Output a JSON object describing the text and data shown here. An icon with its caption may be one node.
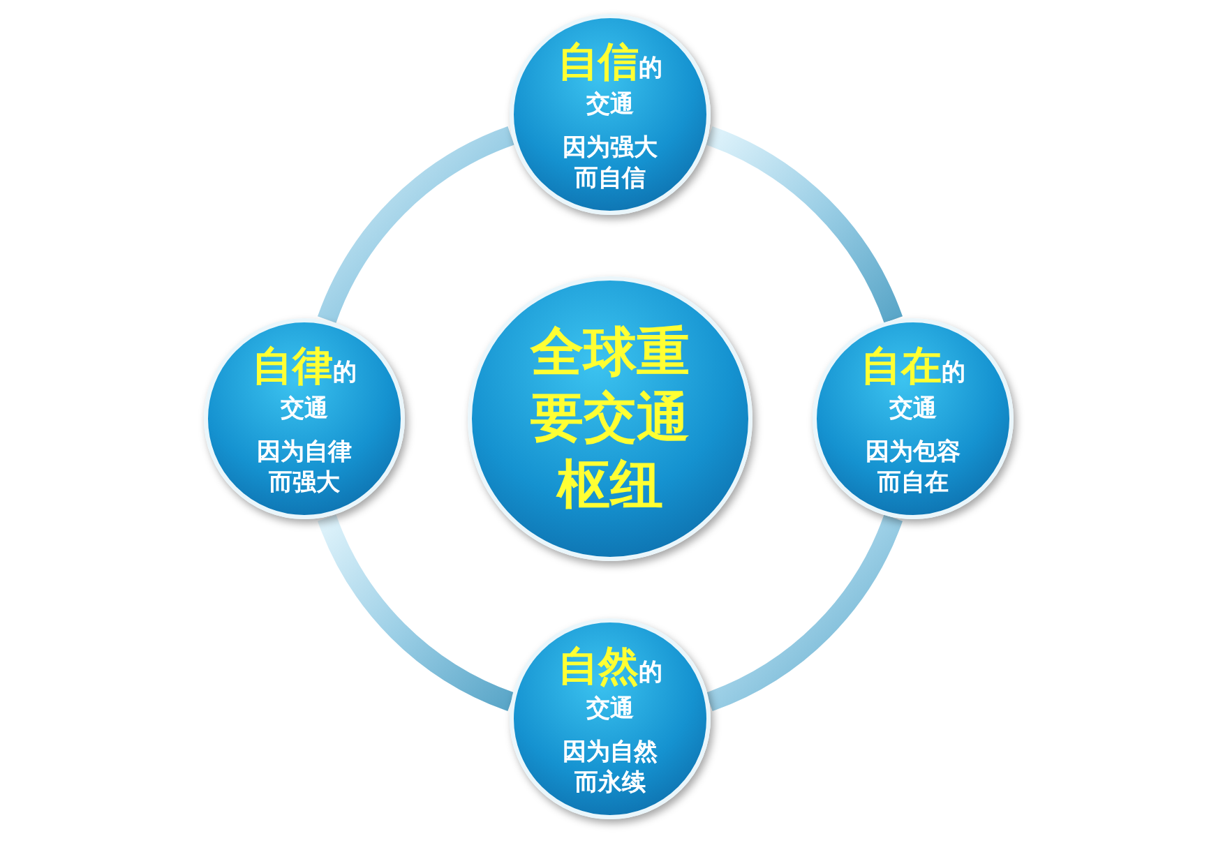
{
  "diagram": {
    "nodes": [
      {
        "text": [
          "**自信**的交通",
          "因为强大而自信"
        ]
      },
      {
        "text": [
          "**自律**的交通",
          "因为自律而强大"
        ]
      },
      {
        "text": [
          "全球重要交通枢纽"
        ]
      },
      {
        "text": [
          "**自在**的交通",
          "因为包容而自在"
        ]
      },
      {
        "text": [
          "**自然**的交通",
          "因为自然而永续"
        ]
      }
    ],
    "edges": [
      {
        "from": 0,
        "to": 3,
        "arrow": "none"
      },
      {
        "from": 3,
        "to": 4,
        "arrow": "none"
      },
      {
        "from": 4,
        "to": 1,
        "arrow": "none"
      },
      {
        "from": 1,
        "to": 0,
        "arrow": "none"
      }
    ]
  }
}
